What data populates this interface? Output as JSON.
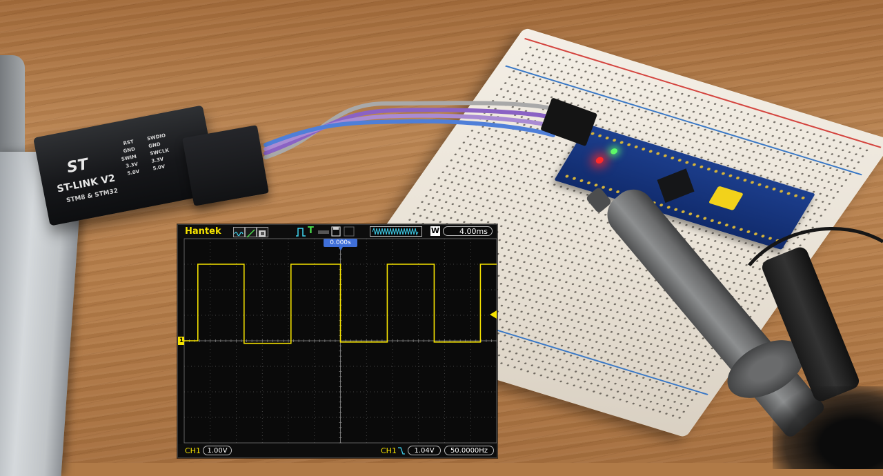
{
  "photo": {
    "description_items": [
      "wood-table",
      "laptop-edge",
      "st-link-programmer",
      "dupont-cable",
      "breadboard",
      "blue-pill-board",
      "scope-probe",
      "ground-clip"
    ],
    "st_link": {
      "logo": "ST",
      "model": "ST-LINK V2",
      "subtitle": "STM8 & STM32",
      "pins_left": [
        "RST",
        "GND",
        "SWIM",
        "3.3V",
        "5.0V"
      ],
      "pins_right": [
        "SWDIO",
        "GND",
        "SWCLK",
        "3.3V",
        "5.0V"
      ]
    },
    "wire_colors": [
      "#a9a9a9",
      "#8a62c4",
      "#a98bd3",
      "#4f7fd8"
    ]
  },
  "scope": {
    "brand": "Hantek",
    "timebase": "4.00ms",
    "acq_mode": "W",
    "trigger_time": "0.000s",
    "channel_marker": "1",
    "ch1_label": "CH1",
    "ch1_scale": "1.00V",
    "trigger_source": "CH1",
    "trigger_level": "1.04V",
    "frequency": "50.0000Hz",
    "colors": {
      "trace": "#f5e200",
      "trigger_badge": "#3f6fd8",
      "grid": "#5a5a5a",
      "background": "#000000"
    },
    "icons": [
      "waveform-icon",
      "cursor-icon",
      "display-icon",
      "pulse-trigger-icon",
      "t-trigger-icon",
      "save-icon",
      "print-icon",
      "memory-bar-icon"
    ]
  },
  "chart_data": {
    "type": "line",
    "title": "",
    "xlabel": "",
    "ylabel": "",
    "xlim": [
      -24,
      24
    ],
    "ylim": [
      -4,
      4
    ],
    "grid": true,
    "x_units": "ms",
    "y_units": "V",
    "series": [
      {
        "x": [
          -24,
          -21.9,
          -21.9,
          -14.8,
          -14.8,
          -7.6,
          -7.6,
          0,
          0,
          7.2,
          7.2,
          14.4,
          14.4,
          21.5,
          21.5,
          24
        ],
        "values": [
          0,
          0,
          3.0,
          3.0,
          -0.1,
          -0.1,
          3.0,
          3.0,
          -0.05,
          -0.05,
          3.0,
          3.0,
          -0.05,
          -0.05,
          3.0,
          3.0
        ]
      }
    ]
  }
}
